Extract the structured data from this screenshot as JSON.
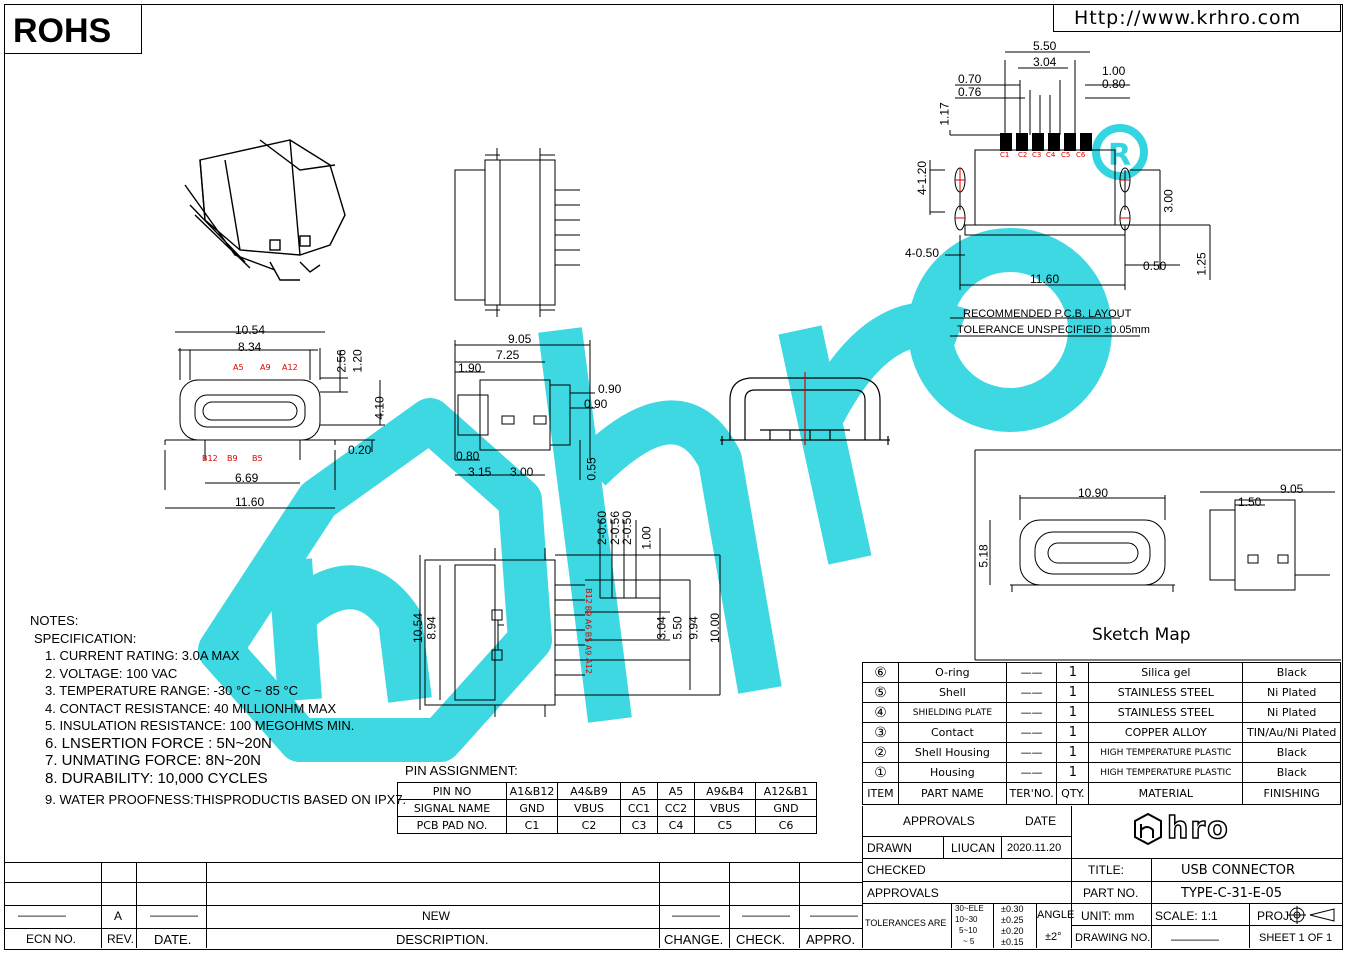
{
  "header": {
    "rohs": "ROHS",
    "url": "Http://www.krhro.com"
  },
  "dims": {
    "top_view": {
      "d550": "5.50",
      "d304": "3.04",
      "d070": "0.70",
      "d076": "0.76",
      "d100": "1.00",
      "d080": "0.80",
      "d117": "1.17",
      "d4_120": "4-1.20",
      "d300": "3.00",
      "d4_050": "4-0.50",
      "d1160": "11.60",
      "d050": "0.50",
      "d125": "1.25",
      "pads": [
        "C1",
        "C2",
        "C3",
        "C4",
        "C5",
        "C6"
      ]
    },
    "pcb_caption": "RECOMMENDED  P.C.B. LAYOUT",
    "pcb_tolerance": "TOLERANCE  UNSPECIFIED  ±0.05mm",
    "front": {
      "d1054": "10.54",
      "d834": "8.34",
      "d256": "2.56",
      "d120": "1.20",
      "d410": "4.10",
      "d020": "0.20",
      "d669": "6.69",
      "d1160": "11.60",
      "top_pins": [
        "A5",
        "A9",
        "A12"
      ],
      "bot_pins": [
        "B12",
        "B9",
        "B5"
      ]
    },
    "side": {
      "d905": "9.05",
      "d725": "7.25",
      "d190": "1.90",
      "d090a": "0.90",
      "d090b": "0.90",
      "d080": "0.80",
      "d315": "3.15",
      "d300": "3.00",
      "d055": "0.55"
    },
    "bottom": {
      "d2_060": "2-0.60",
      "d2_056": "2-0.56",
      "d2_050": "2-0.50",
      "d100": "1.00",
      "d304": "3.04",
      "d550": "5.50",
      "d994": "9.94",
      "d1000": "10.00",
      "d1054": "10.54",
      "d894": "8.94",
      "pins": [
        "B12",
        "B9",
        "A6",
        "B5",
        "A9",
        "A12"
      ]
    },
    "sketch": {
      "d1090": "10.90",
      "d518": "5.18",
      "d905": "9.05",
      "d150": "1.50"
    }
  },
  "sketch_title": "Sketch Map",
  "notes": {
    "title": "NOTES:",
    "spec": "SPECIFICATION:",
    "items": [
      "1.  CURRENT  RATING: 3.0A  MAX",
      "2.  VOLTAGE: 100  VAC",
      "3.  TEMPERATURE  RANGE: -30 °C  ~  85 °C",
      "4.  CONTACT  RESISTANCE: 40  MILLIONHM  MAX",
      "5.  INSULATION  RESISTANCE: 100  MEGOHMS  MIN.",
      "6.  LNSERTION  FORCE  :  5N~20N",
      "7.  UNMATING  FORCE:  8N~20N",
      "8.  DURABILITY:    10,000  CYCLES",
      "9.  WATER  PROOFNESS:THISPRODUCTIS  BASED  ON  IPX7."
    ]
  },
  "pin_assignment": {
    "title": "PIN  ASSIGNMENT:",
    "rows": [
      [
        "PIN  NO",
        "A1&B12",
        "A4&B9",
        "A5",
        "A5",
        "A9&B4",
        "A12&B1"
      ],
      [
        "SIGNAL  NAME",
        "GND",
        "VBUS",
        "CC1",
        "CC2",
        "VBUS",
        "GND"
      ],
      [
        "PCB  PAD  NO.",
        "C1",
        "C2",
        "C3",
        "C4",
        "C5",
        "C6"
      ]
    ]
  },
  "bom": {
    "rows": [
      [
        "⑥",
        "O-ring",
        "——",
        "1",
        "Silica  gel",
        "Black"
      ],
      [
        "⑤",
        "Shell",
        "——",
        "1",
        "STAINLESS  STEEL",
        "Ni  Plated"
      ],
      [
        "④",
        "SHIELDING  PLATE",
        "——",
        "1",
        "STAINLESS  STEEL",
        "Ni  Plated"
      ],
      [
        "③",
        "Contact",
        "——",
        "1",
        "COPPER  ALLOY",
        "TIN/Au/Ni  Plated"
      ],
      [
        "②",
        "Shell  Housing",
        "——",
        "1",
        "HIGH  TEMPERATURE  PLASTIC",
        "Black"
      ],
      [
        "①",
        "Housing",
        "——",
        "1",
        "HIGH  TEMPERATURE  PLASTIC",
        "Black"
      ]
    ],
    "header": [
      "ITEM",
      "PART  NAME",
      "TER'NO.",
      "QTY.",
      "MATERIAL",
      "FINISHING"
    ]
  },
  "title_block": {
    "approvals_label": "APPROVALS",
    "date_label": "DATE",
    "drawn_label": "DRAWN",
    "drawn_by": "LIUCAN",
    "drawn_date": "2020.11.20",
    "checked_label": "CHECKED",
    "approvals2_label": "APPROVALS",
    "logo": "hro",
    "title_label": "TITLE:",
    "title_value": "USB  CONNECTOR",
    "part_label": "PART  NO.",
    "part_value": "TYPE-C-31-E-05",
    "tolerances_label": "TOLERANCES  ARE",
    "tol_ranges": [
      "30~ELE",
      "10~30",
      "5~10",
      "~ 5"
    ],
    "tol_values": [
      "±0.30",
      "±0.25",
      "±0.20",
      "±0.15"
    ],
    "angle_label": "ANGLE",
    "angle_value": "±2°",
    "unit": "UNIT:  mm",
    "scale": "SCALE:    1:1",
    "proj": "PROJ.",
    "drawing_no": "DRAWING  NO.",
    "drawing_no_value": "————",
    "sheet": "SHEET    1  OF  1"
  },
  "revision": {
    "row": [
      "————",
      "A",
      "————",
      "NEW",
      "————",
      "————",
      "————"
    ],
    "headers": [
      "ECN  NO.",
      "REV.",
      "DATE.",
      "DESCRIPTION.",
      "CHANGE.",
      "CHECK.",
      "APPRO."
    ]
  },
  "colors": {
    "watermark": "#33d6e0",
    "red": "#e00000",
    "line": "#000000"
  }
}
